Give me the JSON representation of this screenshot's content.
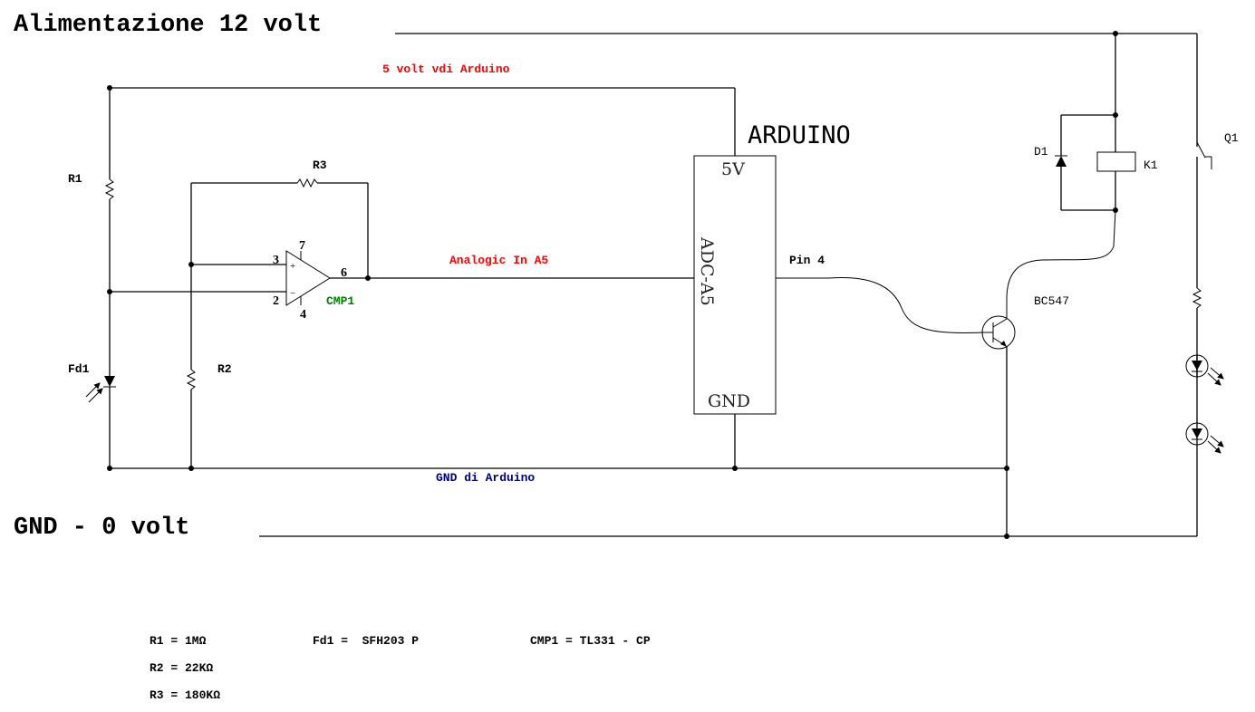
{
  "title": "Schema sensore luce con Arduino",
  "rails": {
    "supply_12v": "Alimentazione 12 volt",
    "gnd_0v": "GND - 0 volt",
    "arduino_5v": "5 volt vdi Arduino",
    "arduino_gnd": "GND di Arduino",
    "analog_in": "Analogic In A5"
  },
  "colors": {
    "wire": "#000000",
    "net_5v_label": "#ff0000",
    "net_analog_label": "#ff0000",
    "net_gnd_label": "#000080",
    "comparator_label": "#008000"
  },
  "components": {
    "r1": "R1",
    "r2": "R2",
    "r3": "R3",
    "fd1": "Fd1",
    "cmp1": "CMP1",
    "cmp_pins": {
      "plus": "3",
      "minus": "2",
      "vcc": "7",
      "gnd": "4",
      "out": "6"
    },
    "cmp_signs": {
      "plus": "+",
      "minus": "−"
    },
    "arduino": {
      "title": "ARDUINO",
      "pin_5v": "5V",
      "pin_adc": "ADC-A5",
      "pin_gnd": "GND",
      "pin_out": "Pin 4"
    },
    "transistor": "BC547",
    "d1": "D1",
    "k1": "K1",
    "q1": "Q1"
  },
  "parts_list": [
    {
      "text": "R1 = 1MΩ"
    },
    {
      "text": "R2 = 22KΩ"
    },
    {
      "text": "R3 = 180KΩ"
    },
    {
      "text": "Fd1 =  SFH203 P"
    },
    {
      "text": "CMP1 = TL331 - CP"
    }
  ]
}
